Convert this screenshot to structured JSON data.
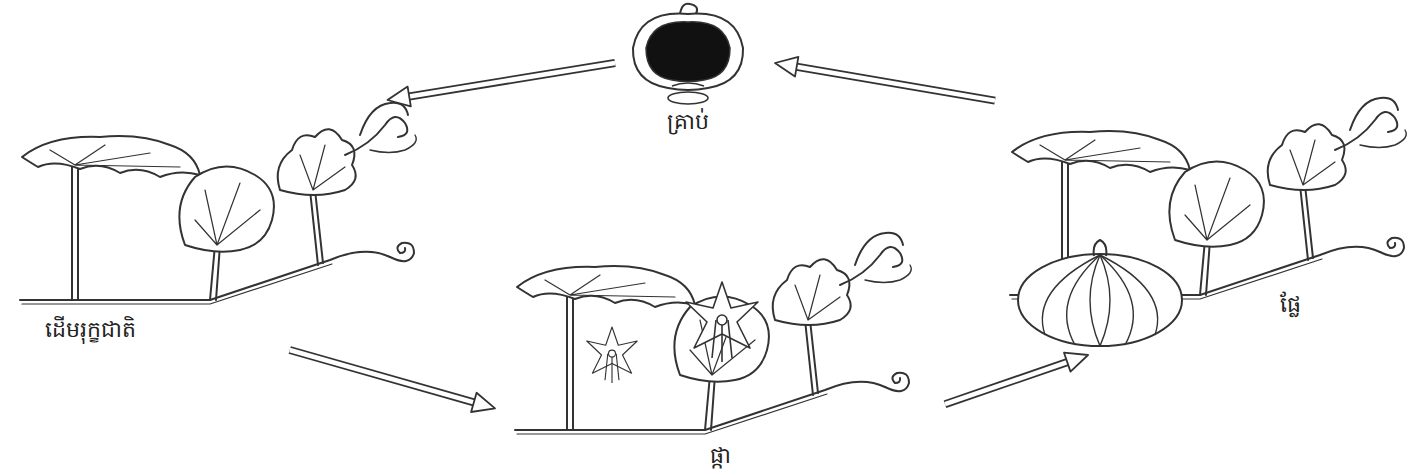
{
  "diagram": {
    "nodes": [
      {
        "text": [
          "គ្រាប់"
        ]
      },
      {
        "text": [
          "ដើមរុក្ខជាតិ"
        ]
      },
      {
        "text": [
          "ផ្កា"
        ]
      },
      {
        "text": [
          "ផ្លែ"
        ]
      }
    ],
    "edges": [
      {
        "from": 0,
        "to": 1,
        "arrow": "to"
      },
      {
        "from": 1,
        "to": 2,
        "arrow": "to"
      },
      {
        "from": 2,
        "to": 3,
        "arrow": "to"
      },
      {
        "from": 3,
        "to": 0,
        "arrow": "to"
      }
    ]
  }
}
